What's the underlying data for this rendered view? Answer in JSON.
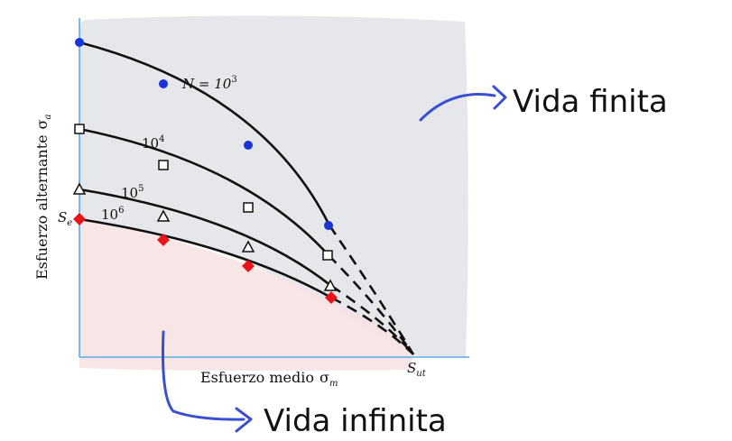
{
  "axes": {
    "ylabel": "Esfuerzo alternante",
    "ylabel_symbol": "σ",
    "ylabel_sub": "a",
    "xlabel": "Esfuerzo medio",
    "xlabel_symbol": "σ",
    "xlabel_sub": "m",
    "se_label": "S",
    "se_sub": "e",
    "sut_label": "S",
    "sut_sub": "ut"
  },
  "curves": [
    {
      "label_prefix": "N = 10",
      "exponent": "3",
      "marker": "circle",
      "color": "#1833d6"
    },
    {
      "label_prefix": "10",
      "exponent": "4",
      "marker": "square",
      "color": "#ffffff"
    },
    {
      "label_prefix": "10",
      "exponent": "5",
      "marker": "triangle",
      "color": "#ffffff"
    },
    {
      "label_prefix": "10",
      "exponent": "6",
      "marker": "diamond",
      "color": "#e8141a"
    }
  ],
  "annotations": {
    "finite": "Vida finita",
    "infinite": "Vida infinita"
  },
  "colors": {
    "finite_region": "#e6e7ea",
    "infinite_region": "#f7e3e3",
    "axis": "#5aa9e6",
    "arrow": "#3a4fd0"
  }
}
